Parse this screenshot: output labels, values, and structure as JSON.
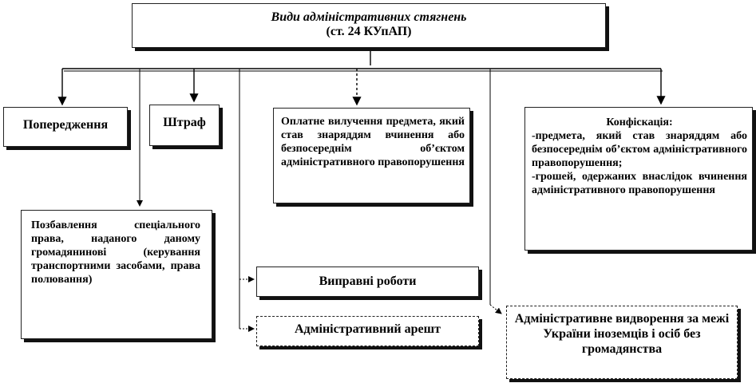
{
  "root": {
    "title": "Види адміністративних стягнень",
    "subtitle": "(ст. 24 КУпАП)"
  },
  "boxes": {
    "warning": "Попередження",
    "fine": "Штраф",
    "paid_seizure": "Оплатне вилучення предмета, який став знаряддям вчинення або безпосереднім об’єктом адміністративного правопорушення",
    "confiscation_title": "Конфіскація:",
    "confiscation_items": [
      "-предмета, який став знаряддям або безпосереднім об’єктом адміністративного правопорушення;",
      "-грошей, одержаних внаслідок вчинення адміністративного правопорушення"
    ],
    "deprivation": "Позбавлення спеціального права, наданого даному громадянинові (керування транспортними засобами, права полювання)",
    "correctional_work": "Виправні роботи",
    "arrest": "Адміністративний арешт",
    "expulsion": "Адміністративне видворення за межі України іноземців і осіб без громадянства"
  }
}
